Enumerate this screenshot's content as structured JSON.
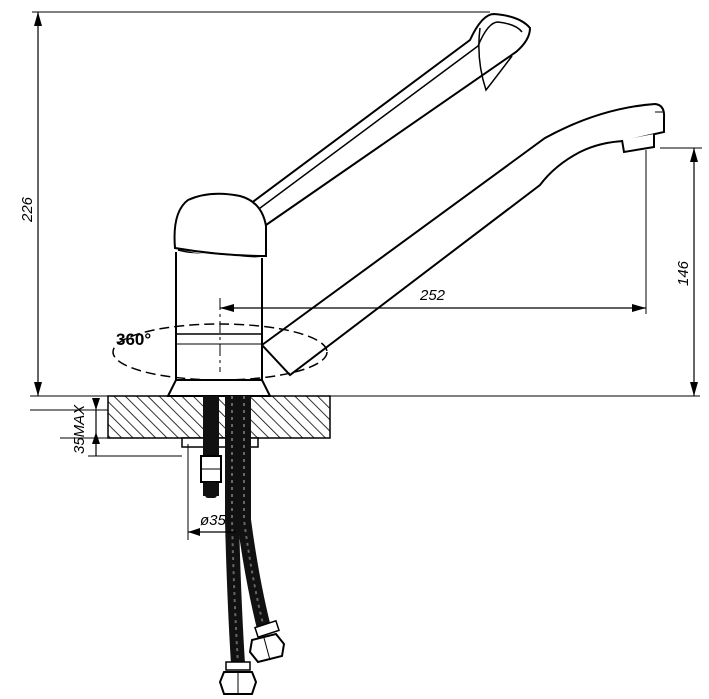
{
  "dimensions": {
    "total_height": "226",
    "spout_height": "146",
    "spout_reach": "252",
    "rotation": "360°",
    "diameter": "ø35",
    "max_thickness": "35MAX"
  },
  "colors": {
    "line": "#000000",
    "background": "#ffffff"
  }
}
